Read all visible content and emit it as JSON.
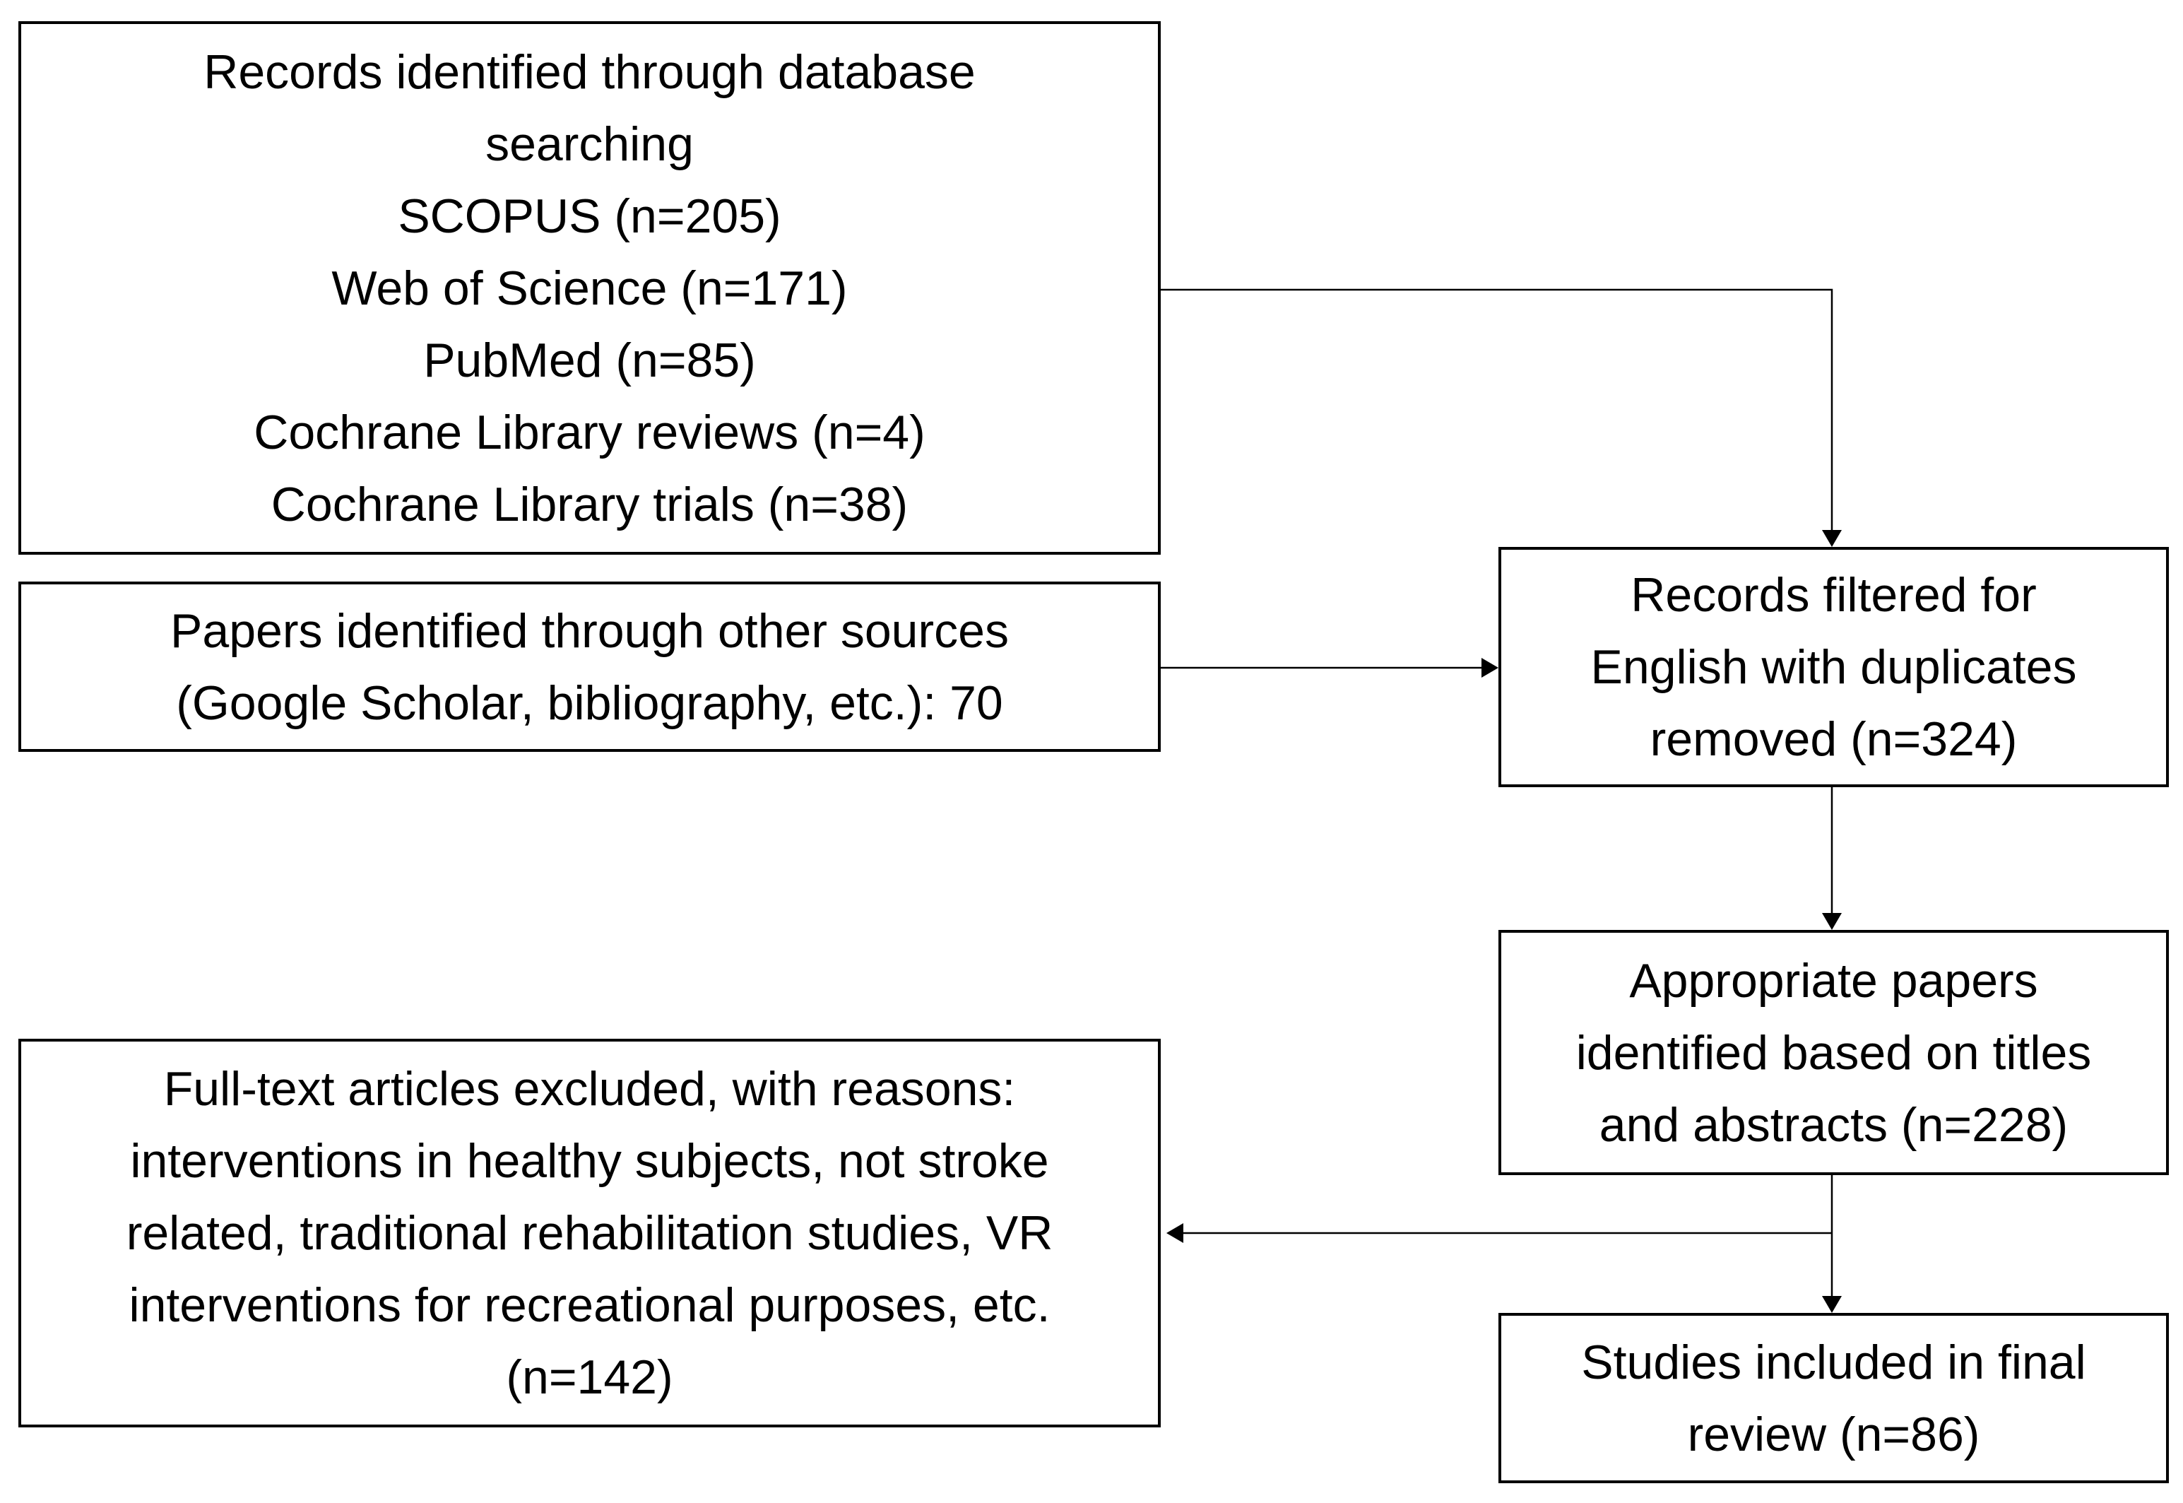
{
  "boxes": {
    "database_search": {
      "lines": [
        "Records identified through database",
        "searching",
        "SCOPUS (n=205)",
        "Web of Science (n=171)",
        "PubMed (n=85)",
        "Cochrane Library reviews (n=4)",
        "Cochrane Library trials (n=38)"
      ]
    },
    "other_sources": {
      "lines": [
        "Papers identified through other sources",
        "(Google Scholar, bibliography, etc.): 70"
      ]
    },
    "filtered": {
      "lines": [
        "Records filtered for",
        "English with duplicates",
        "removed (n=324)"
      ]
    },
    "appropriate": {
      "lines": [
        "Appropriate papers",
        "identified based on titles",
        "and abstracts (n=228)"
      ]
    },
    "excluded": {
      "lines": [
        "Full-text articles excluded, with reasons:",
        "interventions in healthy subjects, not stroke",
        "related, traditional rehabilitation studies, VR",
        "interventions for recreational purposes, etc.",
        "(n=142)"
      ]
    },
    "included": {
      "lines": [
        "Studies included in final",
        "review (n=86)"
      ]
    }
  },
  "colors": {
    "stroke": "#000000",
    "background": "#ffffff"
  }
}
